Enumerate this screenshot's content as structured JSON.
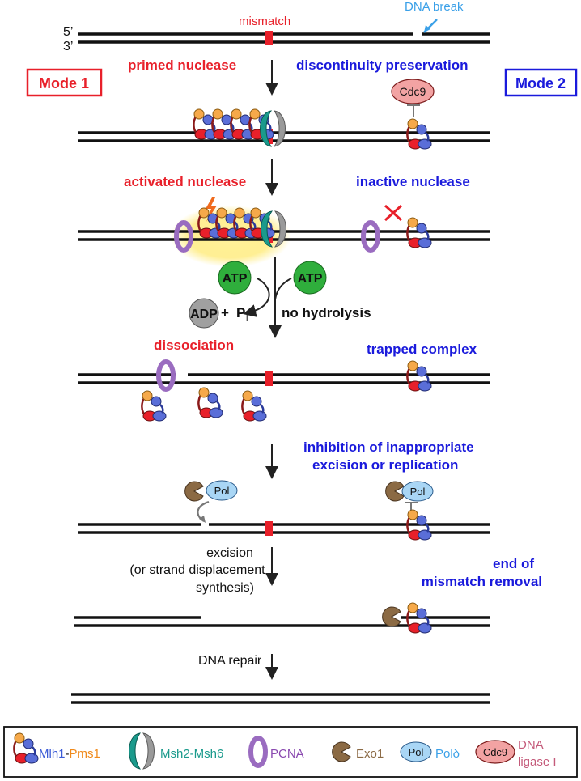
{
  "strand_labels": {
    "five_prime": "5’",
    "three_prime": "3’"
  },
  "top_labels": {
    "mismatch": "mismatch",
    "dna_break": "DNA break"
  },
  "modes": {
    "mode1": "Mode 1",
    "mode2": "Mode 2"
  },
  "steps": {
    "primed_nuclease": "primed nuclease",
    "discontinuity_preservation": "discontinuity preservation",
    "activated_nuclease": "activated nuclease",
    "inactive_nuclease": "inactive nuclease",
    "atp_left": "ATP",
    "atp_right": "ATP",
    "adp": "ADP",
    "plus": "+",
    "pi_p": "P",
    "pi_i": "i",
    "no_hydrolysis": "no hydrolysis",
    "dissociation": "dissociation",
    "trapped_complex": "trapped complex",
    "inhibition_line1": "inhibition of inappropriate",
    "inhibition_line2": "excision or replication",
    "excision_line1": "excision",
    "excision_line2": "(or strand displacement",
    "excision_line3": "synthesis)",
    "end_line1": "end of",
    "end_line2": "mismatch removal",
    "dna_repair": "DNA repair",
    "cdc9": "Cdc9",
    "pol_left": "Pol",
    "pol_right": "Pol"
  },
  "legend": {
    "mlh1": "Mlh1",
    "dash": "-",
    "pms1": "Pms1",
    "msh": "Msh2-Msh6",
    "pcna": "PCNA",
    "exo1": "Exo1",
    "pol_icon": "Pol",
    "pold": "Polδ",
    "cdc9_icon": "Cdc9",
    "ligase_line1": "DNA",
    "ligase_line2": "ligase I"
  },
  "colors": {
    "red": "#e8202a",
    "blue": "#1a1adc",
    "light_blue": "#3aa0e8",
    "mlh1": "#3b5bd6",
    "pms1": "#f08a1c",
    "msh": "#1a9a8c",
    "pcna": "#9a6cc0",
    "exo1": "#8b6a44",
    "pol": "#a9d6f5",
    "cdc9": "#f2a3a3",
    "ligase_text": "#c45a7a",
    "atp": "#2fae3c",
    "adp": "#a0a0a0"
  }
}
